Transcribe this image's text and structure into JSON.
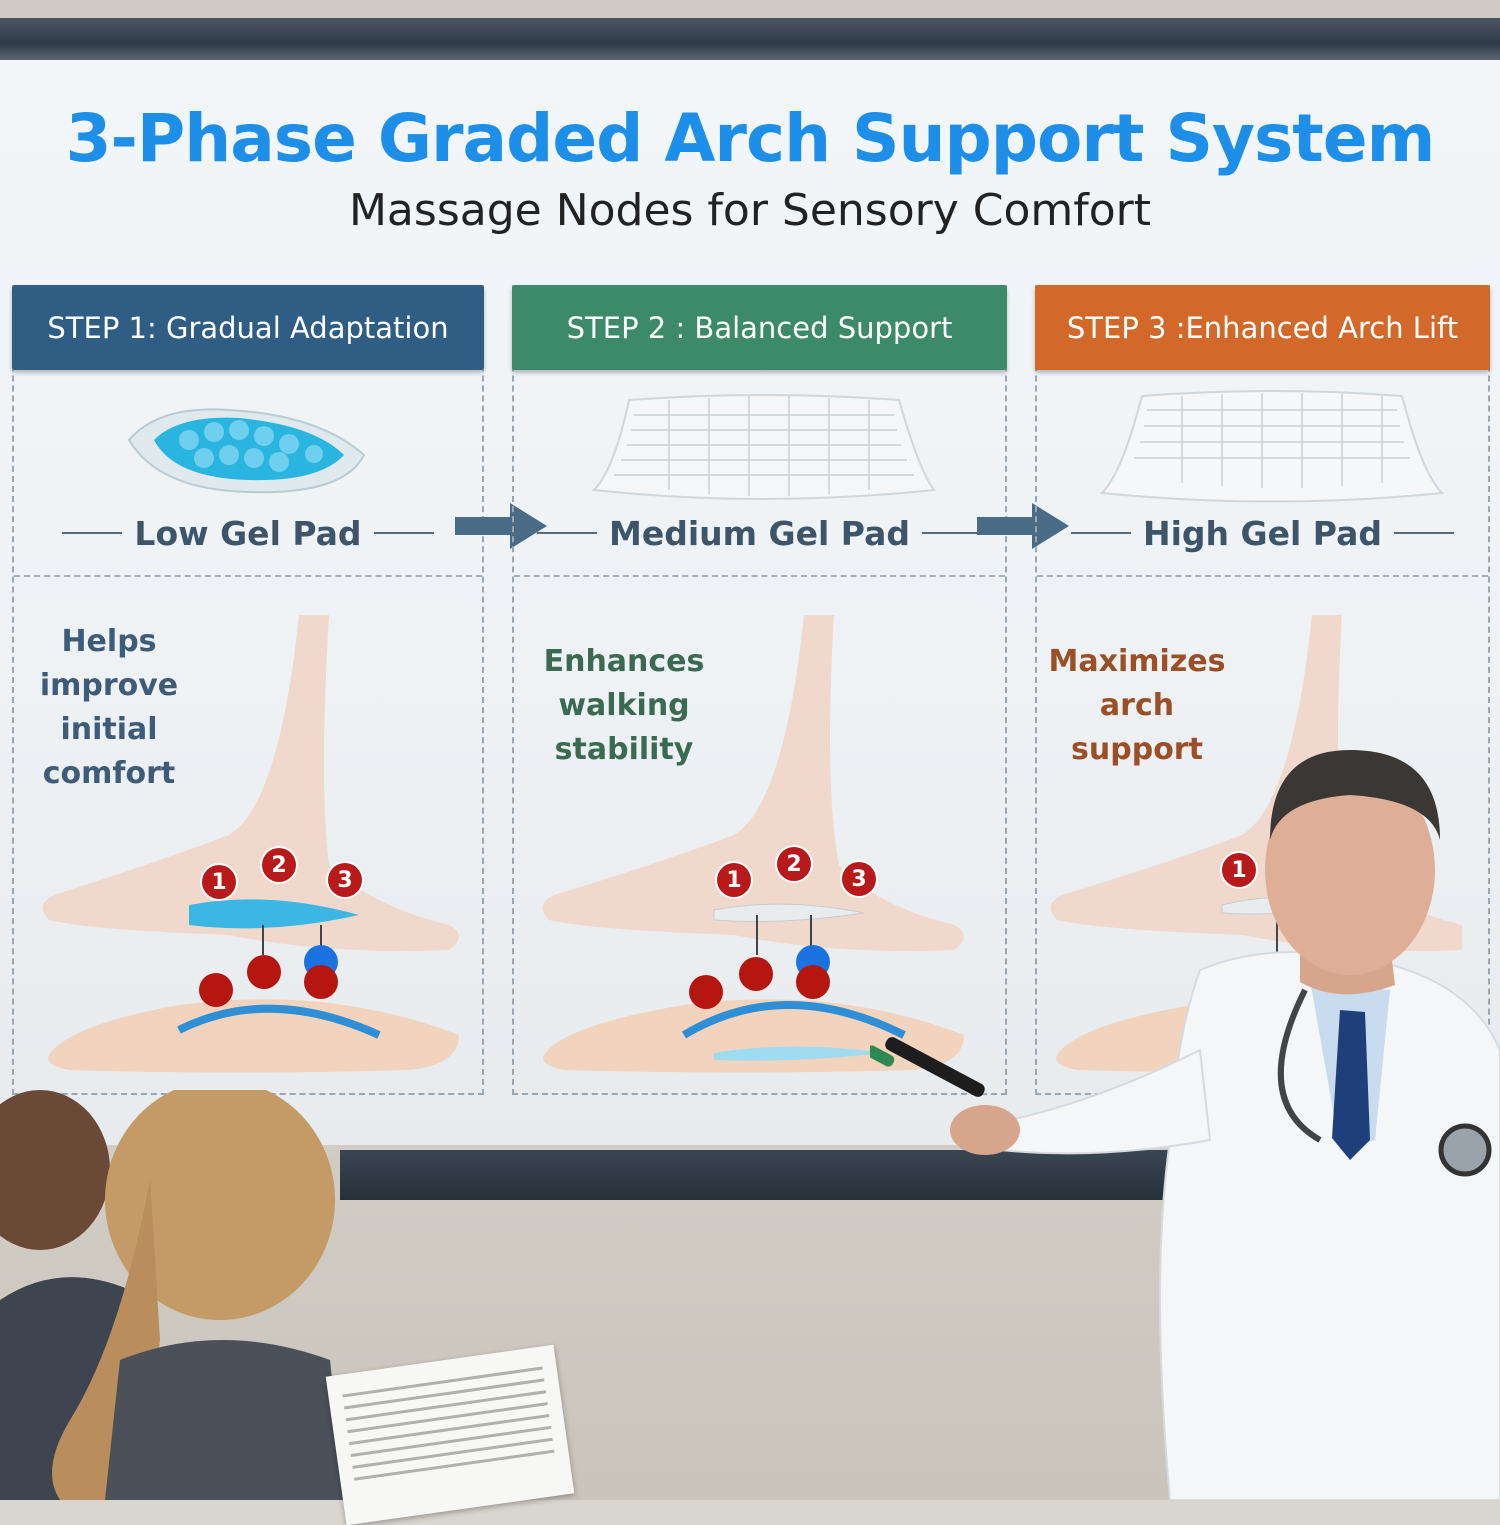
{
  "title": "3-Phase Graded Arch Support System",
  "subtitle": "Massage Nodes for Sensory Comfort",
  "steps": [
    {
      "header": "STEP 1: Gradual Adaptation",
      "pad_label": "Low Gel Pad",
      "benefit": [
        "Helps",
        "improve",
        "initial",
        "comfort"
      ],
      "header_color": "#2f5d84",
      "benefit_color": "#3e5b77",
      "nodes": [
        "1",
        "2",
        "3"
      ]
    },
    {
      "header": "STEP 2 : Balanced Support",
      "pad_label": "Medium Gel Pad",
      "benefit": [
        "Enhances",
        "walking",
        "stability"
      ],
      "header_color": "#3d8a6a",
      "benefit_color": "#3a6a52",
      "nodes": [
        "1",
        "2",
        "3"
      ]
    },
    {
      "header": "STEP 3 :Enhanced Arch Lift",
      "pad_label": "High Gel Pad",
      "benefit": [
        "Maximizes",
        "arch",
        "support"
      ],
      "header_color": "#d2692a",
      "benefit_color": "#9a4f27",
      "nodes": [
        "1"
      ]
    }
  ],
  "colors": {
    "title": "#1e8fe8",
    "arrow": "#4a6b85",
    "node_red": "#b5160f",
    "node_blue": "#1a73e0"
  }
}
